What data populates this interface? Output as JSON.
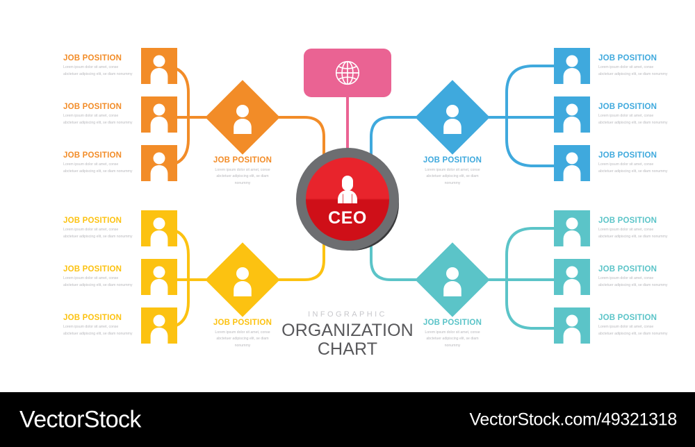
{
  "meta": {
    "kicker": "INFOGRAPHIC",
    "title_line1": "ORGANIZATION",
    "title_line2": "CHART"
  },
  "colors": {
    "orange": "#F28C28",
    "yellow": "#FCC211",
    "blue": "#3FA9DD",
    "teal": "#5BC4C8",
    "pink": "#EA6393",
    "ceo_red": "#E01B24",
    "ceo_ring": "#6D6E71",
    "ceo_shadow": "#3A3A3C",
    "body_text": "#B9B9BD",
    "title_text": "#58585B"
  },
  "root": {
    "label": "CEO",
    "icon": "person-icon"
  },
  "globe": {
    "icon": "globe-icon"
  },
  "lorem": "Lorem ipsum dolor sit amet, conse abctetuer adipiscing elit, se diam nonummy",
  "branches": [
    {
      "id": "orange",
      "title": "JOB POSITION",
      "body": "Lorem ipsum dolor sit amet, conse abctetuer adipiscing elit, se diam nonummy",
      "color": "#F28C28",
      "icon": "person-icon",
      "side": "left",
      "leaves": [
        {
          "title": "JOB POSITION",
          "body": "Lorem ipsum dolor sit amet, conse abctetuer adipiscing elit, se diam nonummy",
          "icon": "person-icon"
        },
        {
          "title": "JOB POSITION",
          "body": "Lorem ipsum dolor sit amet, conse abctetuer adipiscing elit, se diam nonummy",
          "icon": "person-icon"
        },
        {
          "title": "JOB POSITION",
          "body": "Lorem ipsum dolor sit amet, conse abctetuer adipiscing elit, se diam nonummy",
          "icon": "person-icon"
        }
      ]
    },
    {
      "id": "yellow",
      "title": "JOB POSITION",
      "body": "Lorem ipsum dolor sit amet, conse abctetuer adipiscing elit, se diam nonummy",
      "color": "#FCC211",
      "icon": "person-icon",
      "side": "left",
      "leaves": [
        {
          "title": "JOB POSITION",
          "body": "Lorem ipsum dolor sit amet, conse abctetuer adipiscing elit, se diam nonummy",
          "icon": "person-icon"
        },
        {
          "title": "JOB POSITION",
          "body": "Lorem ipsum dolor sit amet, conse abctetuer adipiscing elit, se diam nonummy",
          "icon": "person-icon"
        },
        {
          "title": "JOB POSITION",
          "body": "Lorem ipsum dolor sit amet, conse abctetuer adipiscing elit, se diam nonummy",
          "icon": "person-icon"
        }
      ]
    },
    {
      "id": "blue",
      "title": "JOB POSITION",
      "body": "Lorem ipsum dolor sit amet, conse abctetuer adipiscing elit, se diam nonummy",
      "color": "#3FA9DD",
      "icon": "person-icon",
      "side": "right",
      "leaves": [
        {
          "title": "JOB POSITION",
          "body": "Lorem ipsum dolor sit amet, conse abctetuer adipiscing elit, se diam nonummy",
          "icon": "person-icon"
        },
        {
          "title": "JOB POSITION",
          "body": "Lorem ipsum dolor sit amet, conse abctetuer adipiscing elit, se diam nonummy",
          "icon": "person-icon"
        },
        {
          "title": "JOB POSITION",
          "body": "Lorem ipsum dolor sit amet, conse abctetuer adipiscing elit, se diam nonummy",
          "icon": "person-icon"
        }
      ]
    },
    {
      "id": "teal",
      "title": "JOB POSITION",
      "body": "Lorem ipsum dolor sit amet, conse abctetuer adipiscing elit, se diam nonummy",
      "color": "#5BC4C8",
      "icon": "person-icon",
      "side": "right",
      "leaves": [
        {
          "title": "JOB POSITION",
          "body": "Lorem ipsum dolor sit amet, conse abctetuer adipiscing elit, se diam nonummy",
          "icon": "person-icon"
        },
        {
          "title": "JOB POSITION",
          "body": "Lorem ipsum dolor sit amet, conse abctetuer adipiscing elit, se diam nonummy",
          "icon": "person-icon"
        },
        {
          "title": "JOB POSITION",
          "body": "Lorem ipsum dolor sit amet, conse abctetuer adipiscing elit, se diam nonummy",
          "icon": "person-icon"
        }
      ]
    }
  ],
  "watermark": {
    "logo": "VectorStock",
    "url": "VectorStock.com/49321318"
  }
}
